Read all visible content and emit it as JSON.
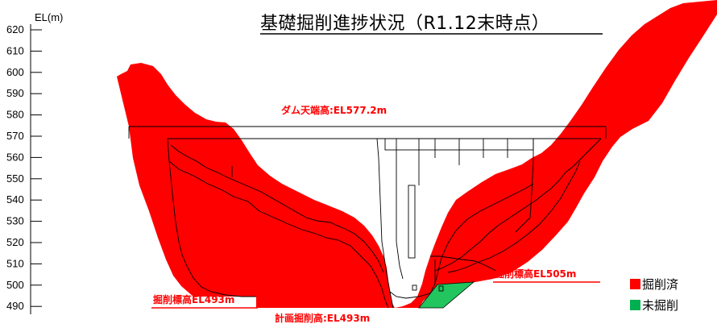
{
  "title": "基礎掘削進捗状況（R1.12末時点）",
  "axis": {
    "unit": "EL(m)",
    "ticks": [
      "620",
      "610",
      "600",
      "590",
      "580",
      "570",
      "560",
      "550",
      "540",
      "530",
      "520",
      "510",
      "500",
      "490"
    ]
  },
  "labels": {
    "crest": "ダム天端高:EL577.2m",
    "excavation_left": "掘削標高EL493m",
    "excavation_right": "掘削標高EL505m",
    "planned": "計画掘削高:EL493m"
  },
  "legend": [
    {
      "label": "掘削済",
      "color": "#ff0000"
    },
    {
      "label": "未掘削",
      "color": "#00b050"
    }
  ],
  "colors": {
    "excavated": "#ff0000",
    "unexcavated": "#22c55e",
    "line": "#000000"
  }
}
